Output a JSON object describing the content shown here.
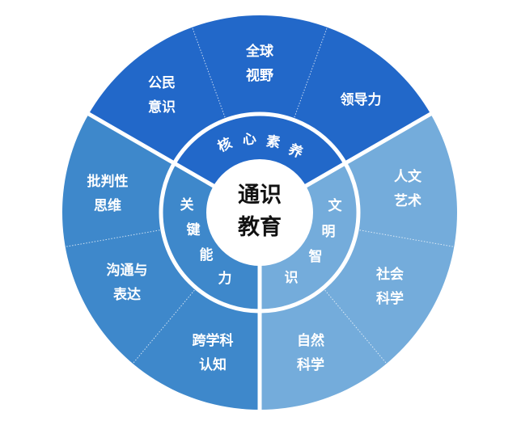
{
  "center": {
    "line1": "通识",
    "line2": "教育"
  },
  "sectors": [
    {
      "ring_label": "核心素养",
      "color": "#2268c9",
      "items": [
        {
          "line1": "公民",
          "line2": "意识"
        },
        {
          "line1": "全球",
          "line2": "视野"
        },
        {
          "line1": "领导力",
          "line2": ""
        }
      ]
    },
    {
      "ring_label": "关键能力",
      "color": "#3e88cb",
      "items": [
        {
          "line1": "批判性",
          "line2": "思维"
        },
        {
          "line1": "沟通与",
          "line2": "表达"
        },
        {
          "line1": "跨学科",
          "line2": "认知"
        }
      ]
    },
    {
      "ring_label": "文明智识",
      "color": "#74acdb",
      "items": [
        {
          "line1": "人文",
          "line2": "艺术"
        },
        {
          "line1": "社会",
          "line2": "科学"
        },
        {
          "line1": "自然",
          "line2": "科学"
        }
      ]
    }
  ]
}
